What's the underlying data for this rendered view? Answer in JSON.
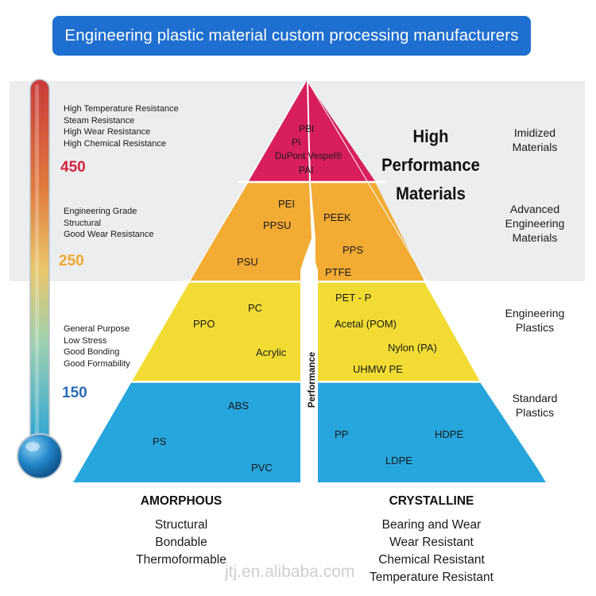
{
  "header": {
    "title": "Engineering plastic material custom processing manufacturers"
  },
  "thermometer": {
    "levels": [
      {
        "value": "450",
        "color": "#d2243f",
        "props": [
          "High Temperature Resistance",
          "Steam Resistance",
          "High Wear Resistance",
          "High Chemical Resistance"
        ]
      },
      {
        "value": "250",
        "color": "#f0a830",
        "props": [
          "Engineering Grade",
          "Structural",
          "Good Wear Resistance"
        ]
      },
      {
        "value": "150",
        "color": "#2a6db5",
        "props": [
          "General Purpose",
          "Low Stress",
          "Good Bonding",
          "Good Formability"
        ]
      }
    ]
  },
  "pyramid": {
    "axis_label": "Performance",
    "tiers": [
      {
        "category": [
          "Imidized",
          "Materials"
        ],
        "color": "#d81e5b",
        "left": [
          "PBI",
          "PI",
          "DuPont Vespel®",
          "PAI"
        ],
        "right": []
      },
      {
        "category": [
          "Advanced",
          "Engineering",
          "Materials"
        ],
        "color": "#f2ab33",
        "left": [
          "PEI",
          "PPSU",
          "PSU"
        ],
        "right": [
          "PEEK",
          "PPS",
          "PTFE"
        ]
      },
      {
        "category": [
          "Engineering",
          "Plastics"
        ],
        "color": "#f2dc33",
        "left": [
          "PPO",
          "PC",
          "Acrylic"
        ],
        "right": [
          "PET - P",
          "Acetal (POM)",
          "Nylon (PA)",
          "UHMW PE"
        ]
      },
      {
        "category": [
          "Standard",
          "Plastics"
        ],
        "color": "#27a5dd",
        "left": [
          "ABS",
          "PS",
          "PVC"
        ],
        "right": [
          "PP",
          "HDPE",
          "LDPE"
        ]
      }
    ],
    "highlight_title": [
      "High",
      "Performance",
      "Materials"
    ]
  },
  "columns": {
    "amorphous": {
      "title": "AMORPHOUS",
      "items": [
        "Structural",
        "Bondable",
        "Thermoformable"
      ]
    },
    "crystalline": {
      "title": "CRYSTALLINE",
      "items": [
        "Bearing and Wear",
        "Wear Resistant",
        "Chemical Resistant",
        "Temperature Resistant"
      ]
    }
  },
  "watermark": "jtj.en.alibaba.com"
}
